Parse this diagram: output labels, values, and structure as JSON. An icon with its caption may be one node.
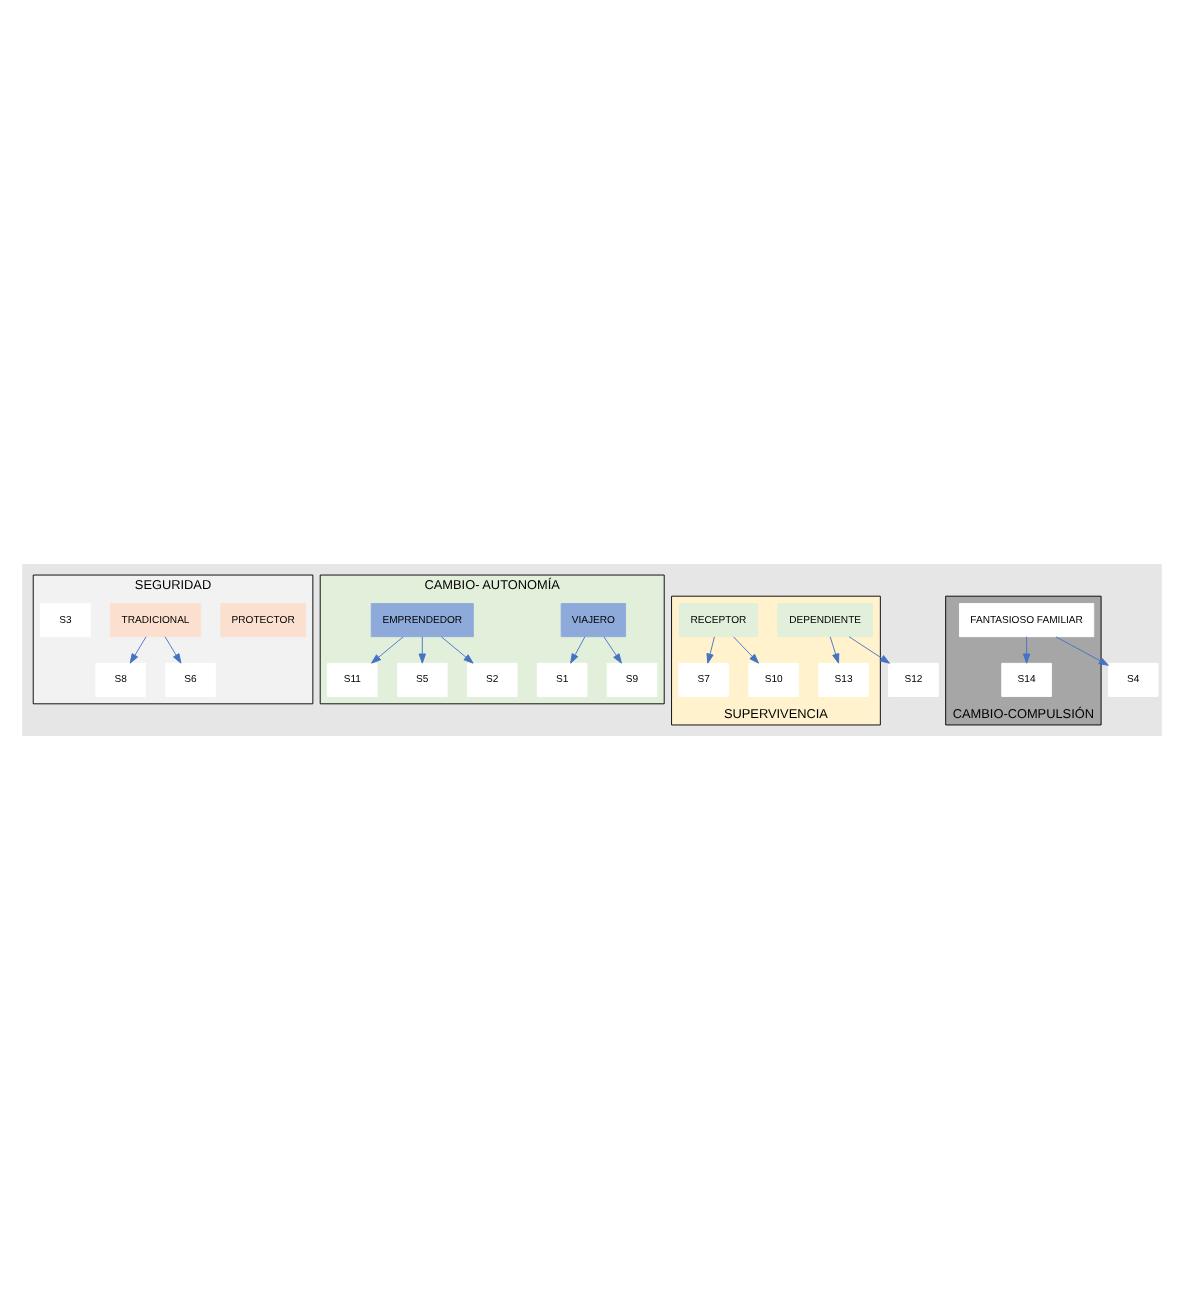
{
  "diagram": {
    "nodes": [
      {
        "text": [
          "SEGURIDAD"
        ]
      },
      {
        "text": [
          "PROTECTOR"
        ],
        "in": 0
      },
      {
        "text": [
          "TRADICIONAL"
        ],
        "in": 0
      },
      {
        "text": [
          "S3"
        ],
        "in": 0
      },
      {
        "text": [
          "S8"
        ],
        "in": 0
      },
      {
        "text": [
          "S6"
        ],
        "in": 0
      },
      {
        "text": [
          "CAMBIO- AUTONOMÍA"
        ]
      },
      {
        "text": [
          "S1"
        ],
        "in": 6
      },
      {
        "text": [
          "S9"
        ],
        "in": 6
      },
      {
        "text": [
          "VIAJERO"
        ],
        "in": 6
      },
      {
        "text": [
          "S11"
        ],
        "in": 6
      },
      {
        "text": [
          "S5"
        ],
        "in": 6
      },
      {
        "text": [
          "EMPRENDEDOR"
        ],
        "in": 6
      },
      {
        "text": [
          "S2"
        ],
        "in": 6
      },
      {
        "text": [
          "S12"
        ]
      },
      {
        "text": [
          "SUPERVIVENCIA"
        ]
      },
      {
        "text": [
          "S10"
        ],
        "in": 15
      },
      {
        "text": [
          "S13"
        ],
        "in": 15
      },
      {
        "text": [
          "S7"
        ],
        "in": 15
      },
      {
        "text": [
          "RECEPTOR"
        ],
        "in": 15
      },
      {
        "text": [
          "DEPENDIENTE"
        ],
        "in": 15
      },
      {
        "text": [
          "S4"
        ]
      },
      {
        "text": [
          "CAMBIO-COMPULSIÓN"
        ]
      },
      {
        "text": [
          "S14"
        ],
        "in": 22
      },
      {
        "text": [
          "FANTASIOSO FAMILIAR"
        ],
        "in": 22
      }
    ],
    "edges": [
      {
        "from": 2,
        "to": 4,
        "arrow": "to"
      },
      {
        "from": 2,
        "to": 5,
        "arrow": "to"
      },
      {
        "from": 9,
        "to": 7,
        "arrow": "to"
      },
      {
        "from": 9,
        "to": 8,
        "arrow": "to"
      },
      {
        "from": 12,
        "to": 10,
        "arrow": "to"
      },
      {
        "from": 12,
        "to": 11,
        "arrow": "to"
      },
      {
        "from": 12,
        "to": 13,
        "arrow": "to"
      },
      {
        "from": 19,
        "to": 18,
        "arrow": "to"
      },
      {
        "from": 19,
        "to": 16,
        "arrow": "to"
      },
      {
        "from": 20,
        "to": 14,
        "arrow": "to"
      },
      {
        "from": 20,
        "to": 17,
        "arrow": "to"
      },
      {
        "from": 24,
        "to": 21,
        "arrow": "to"
      },
      {
        "from": 24,
        "to": 23,
        "arrow": "to"
      }
    ]
  }
}
